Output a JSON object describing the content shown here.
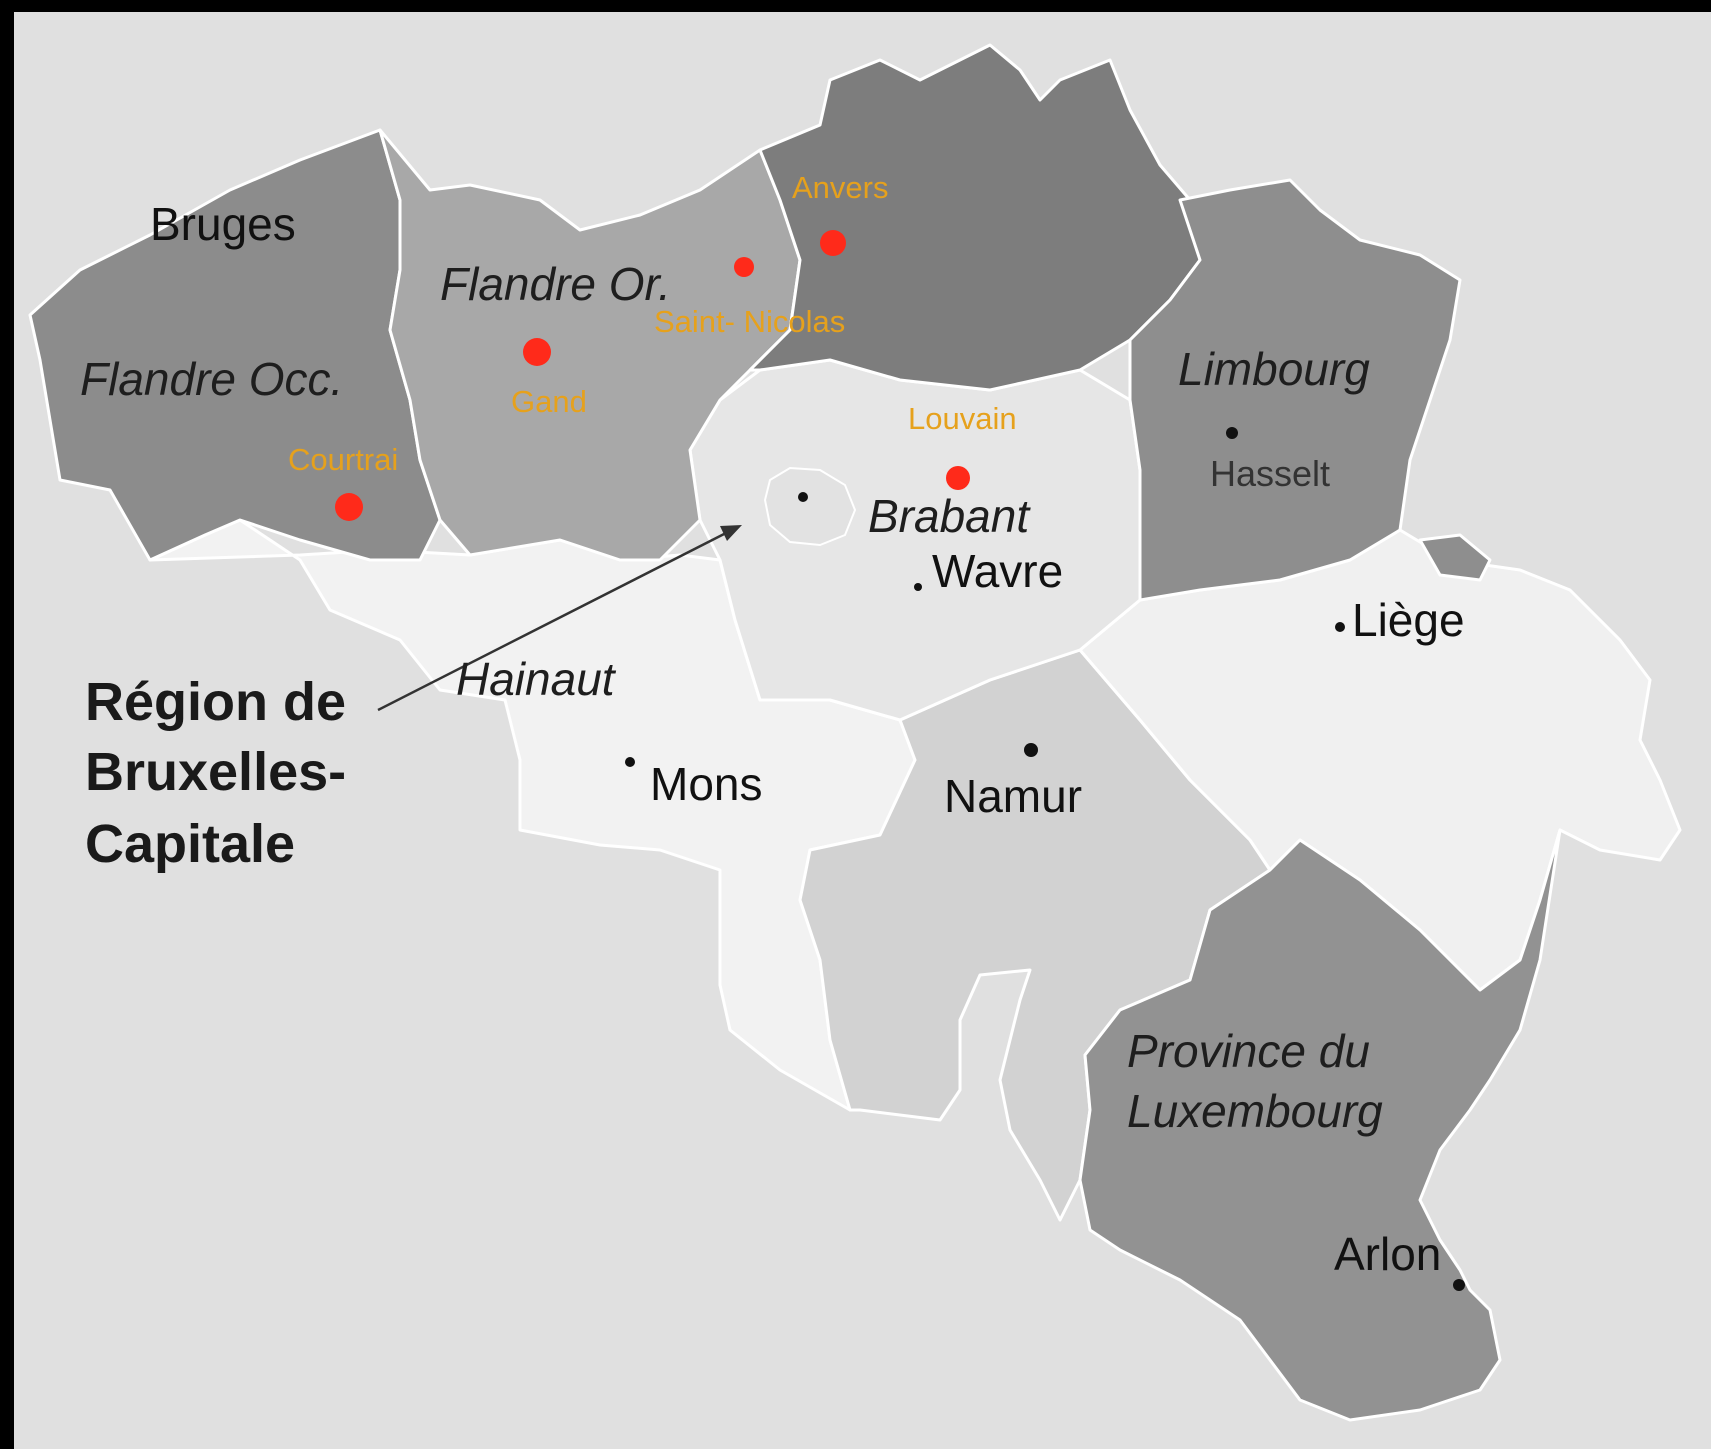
{
  "colors": {
    "background": "#e0e0e0",
    "frame": "#000000",
    "province_dark": "#8a8a8a",
    "province_mid": "#a8a8a8",
    "province_light": "#d2d2d2",
    "province_pale": "#f2f2f2",
    "city_dot_red": "#ff2a1a",
    "city_label_orange": "#e6a11c"
  },
  "provinces": {
    "flandre_occ": "Flandre Occ.",
    "flandre_or": "Flandre Or.",
    "limbourg": "Limbourg",
    "brabant": "Brabant",
    "hainaut": "Hainaut",
    "luxembourg_line1": "Province du",
    "luxembourg_line2": "Luxembourg"
  },
  "cities": {
    "bruges": "Bruges",
    "hasselt": "Hasselt",
    "wavre": "Wavre",
    "liege": "Liège",
    "mons": "Mons",
    "namur": "Namur",
    "arlon": "Arlon"
  },
  "red_cities": {
    "anvers": "Anvers",
    "saint_nicolas": "Saint- Nicolas",
    "gand": "Gand",
    "courtrai": "Courtrai",
    "louvain": "Louvain"
  },
  "region": {
    "line1": "Région de",
    "line2": "Bruxelles-",
    "line3": "Capitale"
  }
}
